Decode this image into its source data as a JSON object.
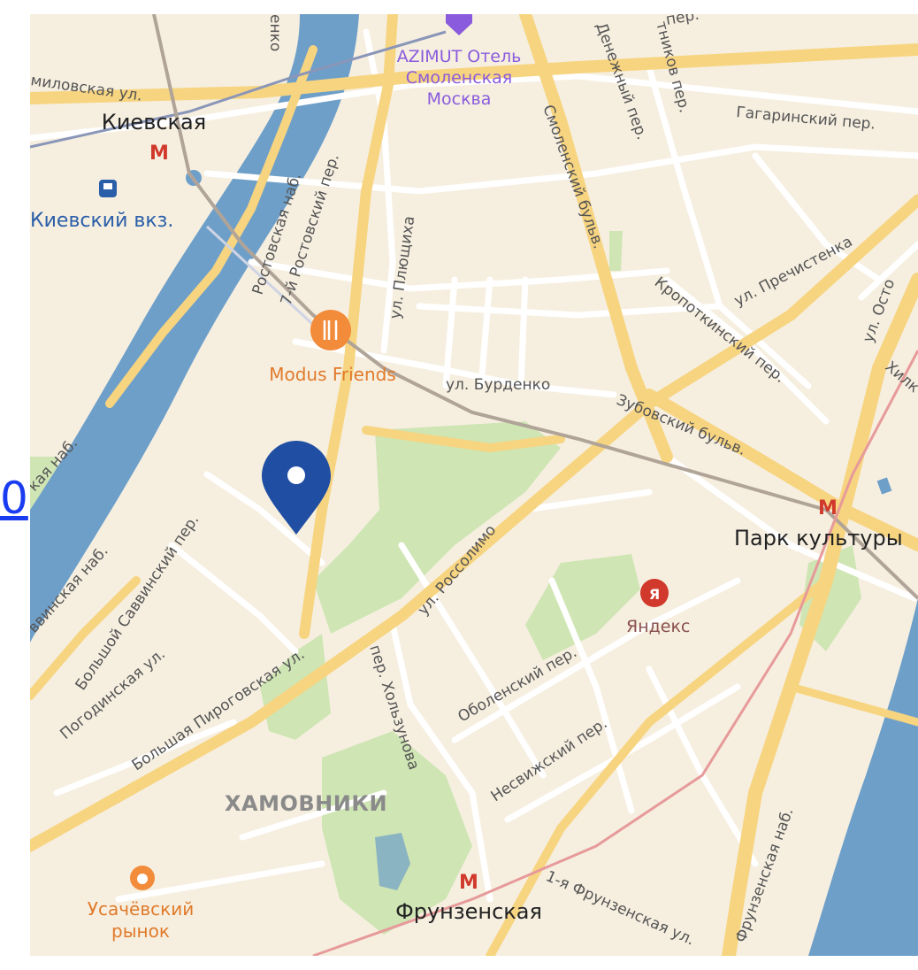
{
  "side_link": {
    "label": "0"
  },
  "map": {
    "pois": {
      "hotel": [
        "AZIMUT Отель",
        "Смоленская",
        "Москва"
      ],
      "restaurant": "Modus Friends",
      "yandex": "Яндекс",
      "yandex_badge": "Я",
      "market": [
        "Усачёвский",
        "рынок"
      ],
      "railway_station": "Киевский вкз."
    },
    "metro": {
      "kievskaya": "Киевская",
      "park_kultury": "Парк культуры",
      "frunzenskaya": "Фрунзенская",
      "symbol": "М"
    },
    "district": "ХАМОВНИКИ",
    "streets": {
      "borodinskaya": "миловская ул.",
      "rostovskaya_top": "енко",
      "rostovskaya_nab": "Ростовская наб.",
      "rostovsky_per": "7-й Ростовский пер.",
      "plyushchikha": "ул. Плющиха",
      "smolensky": "Смоленский бульв.",
      "denezhny": "Денежный пер.",
      "stolovy": "тников пер.",
      "top_per": "пер.",
      "gagarinsky": "Гагаринский пер.",
      "prechistenka": "ул. Пречистенка",
      "kropotkinsky": "Кропоткинский пер.",
      "ostozhenka": "ул. Осто",
      "khilkov": "Хилк",
      "burdenko": "ул. Бурденко",
      "zubovsky": "Зубовский бульв.",
      "berezhkovskaya": "кая наб.",
      "savvinskaya": "ввинская наб.",
      "b_savvinsky": "Большой Саввинский пер.",
      "pogodinskaya": "Погодинская ул.",
      "pirogovskaya": "Большая Пироговская ул.",
      "rossolimo": "ул. Россолимо",
      "kholzunova": "пер. Хользунова",
      "obolensky": "Оболенский пер.",
      "nesvizhsky": "Несвижский пер.",
      "frunzenskaya_nab": "Фрунзенская наб.",
      "frunzenskaya_1": "1-я Фрунзенская ул."
    },
    "colors": {
      "land": "#f6efe0",
      "water": "#6e9fc9",
      "park": "#cfe5b4",
      "road_major": "#f7d480",
      "road_minor": "#ffffff",
      "railway": "#8a96b8",
      "pin": "#1f4ea3",
      "metro": "#d0392b"
    },
    "icons": {
      "pin": "location-pin-icon",
      "hotel": "hotel-icon",
      "restaurant": "restaurant-icon",
      "market": "market-icon",
      "metro": "metro-icon",
      "railway": "train-icon",
      "yandex": "yandex-icon"
    }
  }
}
